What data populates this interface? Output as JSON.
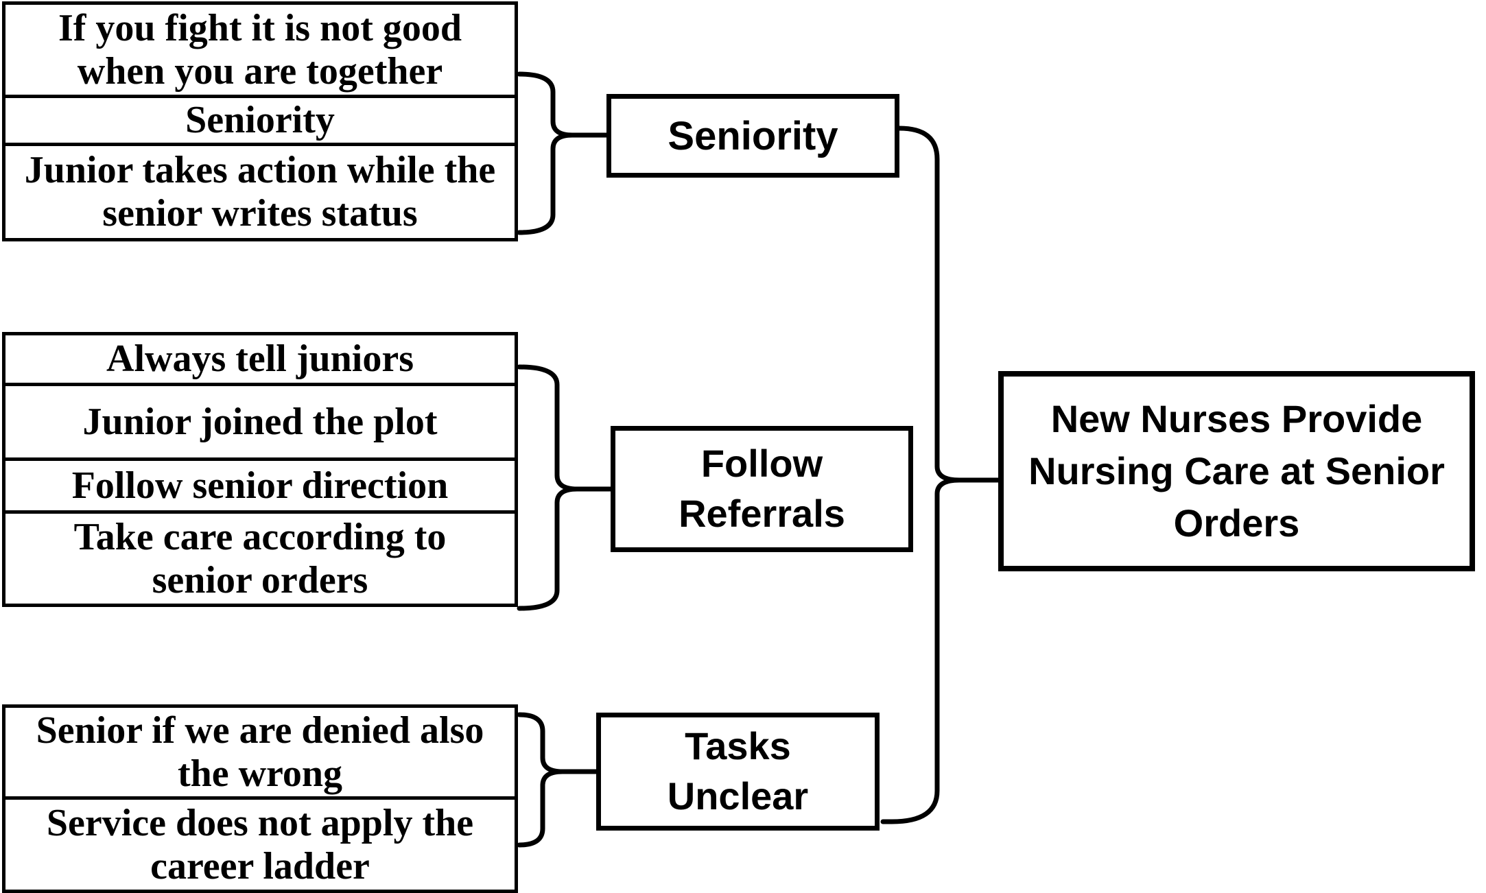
{
  "diagram": {
    "title": "Thematic coding diagram: codes grouped into categories leading to theme",
    "colors": {
      "background": "#ffffff",
      "ink": "#000000"
    },
    "left_groups": [
      {
        "id": "group-1",
        "rows": [
          {
            "text": "If you fight it is not good\nwhen you are together"
          },
          {
            "text": "Seniority"
          },
          {
            "text": "Junior takes action while the\nsenior writes status"
          }
        ]
      },
      {
        "id": "group-2",
        "rows": [
          {
            "text": "Always tell juniors"
          },
          {
            "text": "Junior joined the plot"
          },
          {
            "text": "Follow senior direction"
          },
          {
            "text": "Take care according to\nsenior orders"
          }
        ]
      },
      {
        "id": "group-3",
        "rows": [
          {
            "text": "Senior if we are denied also\nthe wrong"
          },
          {
            "text": "Service does not apply the\ncareer ladder"
          }
        ]
      }
    ],
    "categories": [
      {
        "label": "Seniority"
      },
      {
        "label": "Follow\nReferrals"
      },
      {
        "label": "Tasks\nUnclear"
      }
    ],
    "theme": {
      "label": "New Nurses Provide\nNursing Care at Senior\nOrders"
    },
    "connectors": [
      {
        "from": "group-1",
        "to": "Seniority",
        "type": "curly-brace"
      },
      {
        "from": "group-2",
        "to": "Follow Referrals",
        "type": "curly-brace"
      },
      {
        "from": "group-3",
        "to": "Tasks Unclear",
        "type": "curly-brace"
      },
      {
        "from": "Seniority + Follow Referrals + Tasks Unclear",
        "to": "New Nurses Provide Nursing Care at Senior Orders",
        "type": "curly-brace"
      }
    ]
  }
}
